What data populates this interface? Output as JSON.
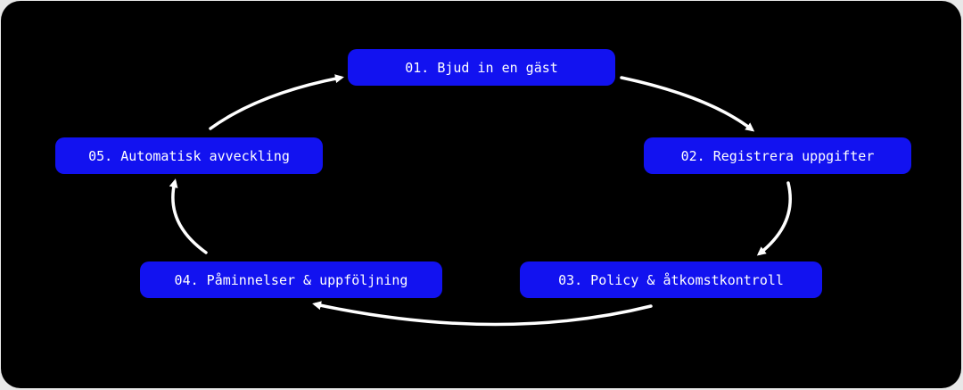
{
  "diagram": {
    "type": "cycle",
    "steps": [
      {
        "label": "01. Bjud in en gäst"
      },
      {
        "label": "02. Registrera uppgifter"
      },
      {
        "label": "03. Policy & åtkomstkontroll"
      },
      {
        "label": "04. Påminnelser & uppföljning"
      },
      {
        "label": "05. Automatisk avveckling"
      }
    ],
    "colors": {
      "background": "#000000",
      "step_fill": "#1212f0",
      "step_text": "#ffffff",
      "arrow": "#ffffff",
      "outer": "#e8e8e8"
    }
  }
}
